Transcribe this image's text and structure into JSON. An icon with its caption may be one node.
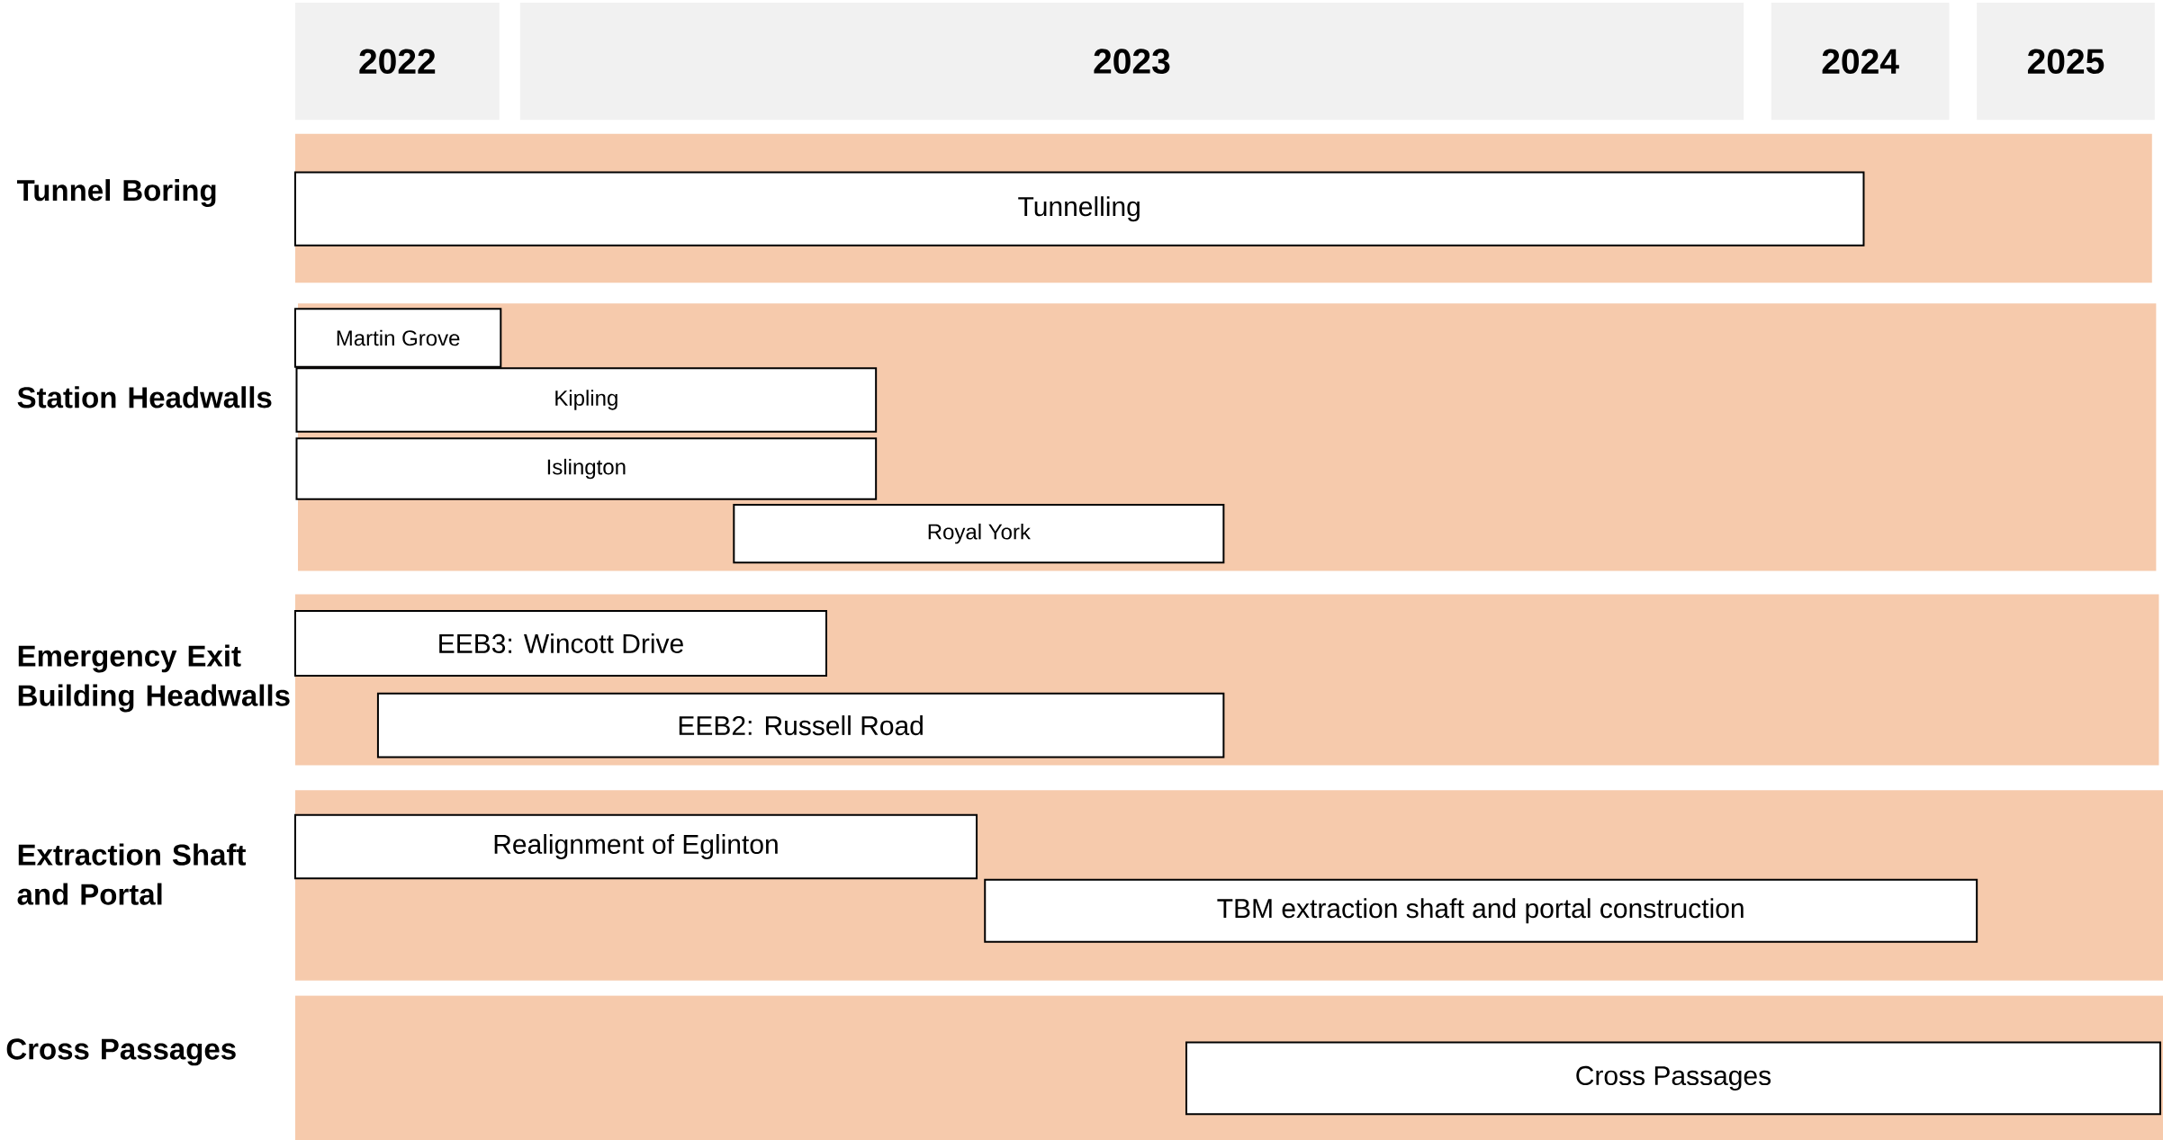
{
  "diagram": {
    "nodes": [
      {
        "text": [
          "2022"
        ]
      },
      {
        "text": [
          "2023"
        ]
      },
      {
        "text": [
          "2024"
        ]
      },
      {
        "text": [
          "2025"
        ]
      },
      {
        "text": [
          "Tunnel Boring"
        ]
      },
      {
        "text": [
          "Tunnelling"
        ],
        "in": 4
      },
      {
        "text": [
          "Station Headwalls"
        ]
      },
      {
        "text": [
          "Martin Grove"
        ],
        "in": 6
      },
      {
        "text": [
          "Kipling"
        ],
        "in": 6
      },
      {
        "text": [
          "Islington"
        ],
        "in": 6
      },
      {
        "text": [
          "Royal York"
        ],
        "in": 6
      },
      {
        "text": [
          "Emergency Exit Building Headwalls"
        ]
      },
      {
        "text": [
          "EEB3: Wincott Drive"
        ],
        "in": 11
      },
      {
        "text": [
          "EEB2: Russell Road"
        ],
        "in": 11
      },
      {
        "text": [
          "Extraction Shaft and Portal"
        ]
      },
      {
        "text": [
          "Realignment of Eglinton"
        ],
        "in": 14
      },
      {
        "text": [
          "TBM extraction shaft and portal construction"
        ],
        "in": 14
      },
      {
        "text": [
          "Cross Passages"
        ]
      },
      {
        "text": [
          "Cross Passages"
        ],
        "in": 17
      }
    ]
  }
}
